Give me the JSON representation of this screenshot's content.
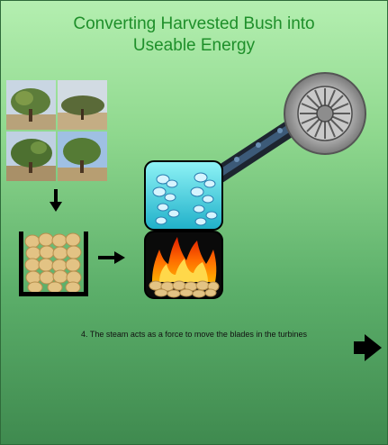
{
  "slide": {
    "title": "Converting Harvested Bush into Useable Energy",
    "caption": "4. The steam acts as a force to move the blades in the turbines"
  },
  "icons": [
    "tree-photo",
    "down-arrow-icon",
    "woodchip-container",
    "right-arrow-icon",
    "fire-boiler",
    "steam-tank",
    "conveyor-pipe",
    "turbine-icon",
    "next-slide-arrow-icon"
  ]
}
